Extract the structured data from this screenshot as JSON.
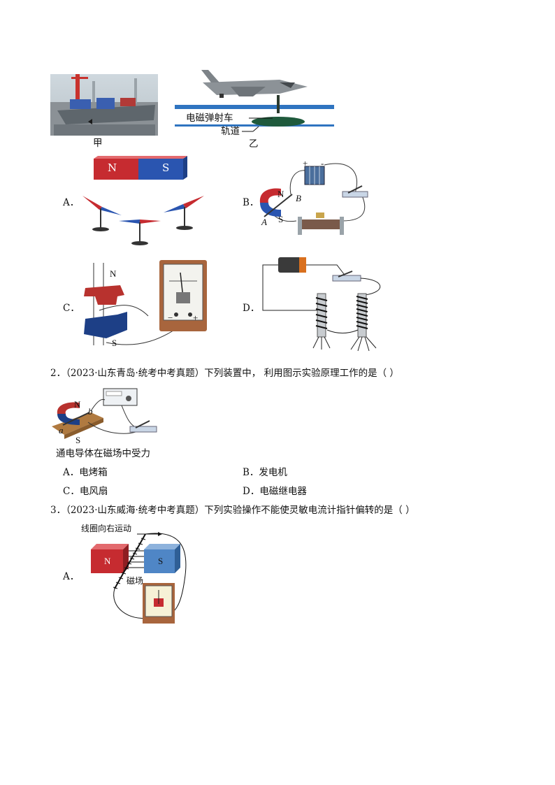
{
  "top_figure": {
    "left_caption": "甲",
    "right_caption": "乙",
    "label_car": "电磁弹射车",
    "label_track": "轨道"
  },
  "q1_options": {
    "a": {
      "letter": "A．",
      "magnet_n": "N",
      "magnet_s": "S"
    },
    "b": {
      "letter": "B．",
      "pole_n": "N",
      "pole_s": "S",
      "rod_a": "A",
      "rod_b": "B",
      "plus": "+",
      "minus": "-"
    },
    "c": {
      "letter": "C．",
      "pole_n": "N",
      "pole_s": "S",
      "meter_minus": "−",
      "meter_plus": "+"
    },
    "d": {
      "letter": "D．"
    }
  },
  "q2": {
    "stem": "2．（2023·山东青岛·统考中考真题）下列装置中， 利用图示实验原理工作的是（      ）",
    "figure_caption": "通电导体在磁场中受力",
    "pole_n": "N",
    "pole_s": "S",
    "rod_a": "a",
    "rod_b": "b",
    "options": [
      {
        "letter": "A．",
        "text": "电烤箱"
      },
      {
        "letter": "B．",
        "text": "发电机"
      },
      {
        "letter": "C．",
        "text": "电风扇"
      },
      {
        "letter": "D．",
        "text": "电磁继电器"
      }
    ]
  },
  "q3": {
    "stem": "3．（2023·山东威海·统考中考真题）下列实验操作不能使灵敏电流计指针偏转的是（      ）",
    "option_a": {
      "letter": "A．",
      "label_motion": "线圈向右运动",
      "label_field": "磁场",
      "pole_n": "N",
      "pole_s": "S"
    }
  }
}
